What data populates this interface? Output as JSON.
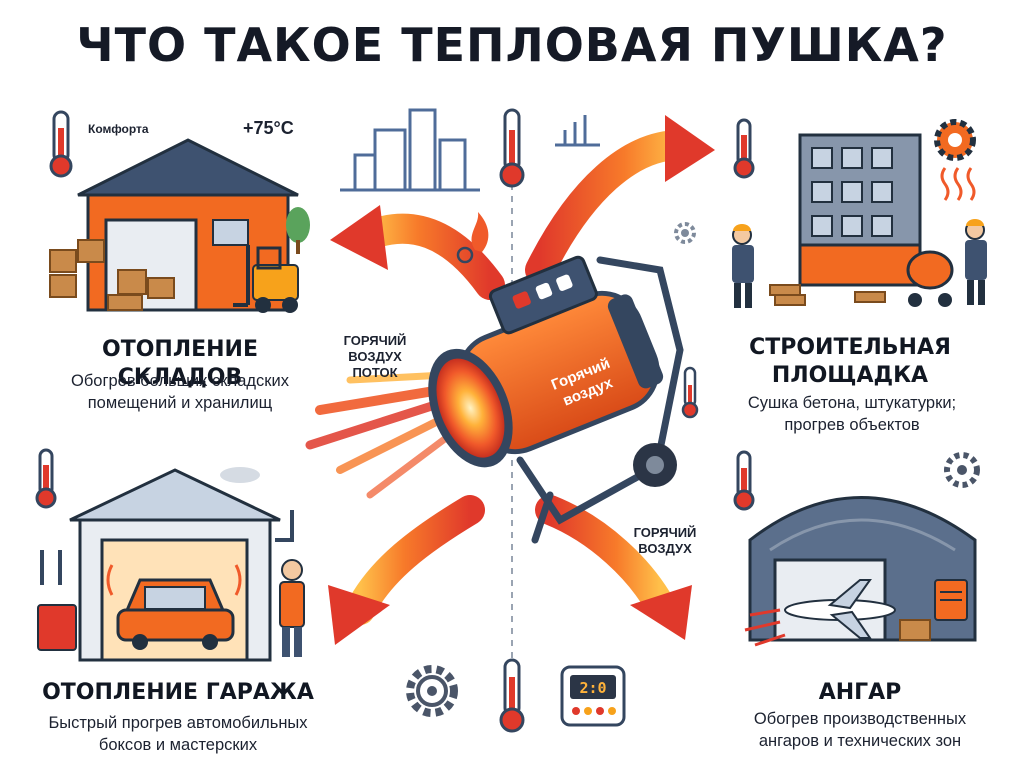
{
  "title": "ЧТО ТАКОЕ ТЕПЛОВАЯ ПУШКА?",
  "panels": {
    "warehouse": {
      "heading": "ОТОПЛЕНИЕ СКЛАДОВ",
      "subtitle_line1": "Обогрев больших складских",
      "subtitle_line2": "помещений и хранилищ",
      "thermo_label": "Комфорта",
      "temperature": "+75°C"
    },
    "construction": {
      "heading_line1": "СТРОИТЕЛЬНАЯ",
      "heading_line2": "ПЛОЩАДКА",
      "subtitle_line1": "Сушка бетона, штукатурки;",
      "subtitle_line2": "прогрев объектов"
    },
    "garage": {
      "heading": "ОТОПЛЕНИЕ ГАРАЖА",
      "subtitle_line1": "Быстрый прогрев автомобильных",
      "subtitle_line2": "боксов и мастерских"
    },
    "hangar": {
      "heading": "АНГАР",
      "subtitle_line1": "Обогрев производственных",
      "subtitle_line2": "ангаров и технических зон"
    }
  },
  "center": {
    "flow_label_line1": "ГОРЯЧИЙ",
    "flow_label_line2": "ВОЗДУХ",
    "flow_label_line3": "ПОТОК",
    "hot_air_line1": "ГОРЯЧИЙ",
    "hot_air_line2": "ВОЗДУХ",
    "heater_label_line1": "Горячий",
    "heater_label_line2": "воздух",
    "timer_display": "2:0"
  },
  "colors": {
    "accent_orange": "#f26a21",
    "dark_blue": "#34465f",
    "arrow_red": "#e0392b",
    "arrow_yellow": "#ffb23a"
  }
}
